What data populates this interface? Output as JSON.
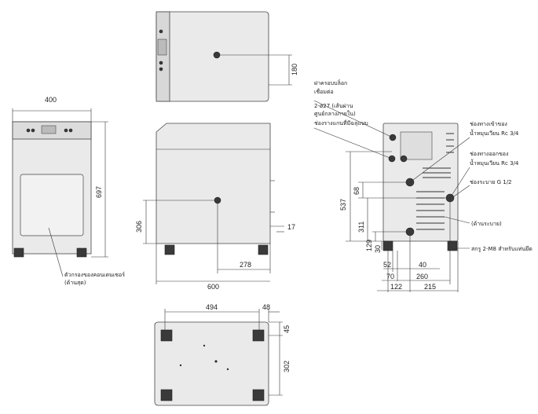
{
  "dimensions": {
    "front_width": "400",
    "front_height": "697",
    "top_depth": "180",
    "side_height": "306",
    "side_offset": "17",
    "side_inner": "278",
    "side_depth": "600",
    "bottom_width": "494",
    "bottom_offset": "48",
    "bottom_top": "45",
    "bottom_height": "302",
    "rear_total_height": "537",
    "rear_68": "68",
    "rear_311": "311",
    "rear_129": "129",
    "rear_30": "30",
    "rear_52": "52",
    "rear_40": "40",
    "rear_70": "70",
    "rear_260": "260",
    "rear_122": "122",
    "rear_215": "215"
  },
  "labels": {
    "filter_cover_line1": "ตัวกรองของคอนเดนเซอร์",
    "filter_cover_line2": "(ด้านสุด)",
    "blind_cover_line1": "ฝาครอบบล็อก",
    "blind_cover_line2": "เชื่อมต่อ",
    "holes_line1": "2-ø27 (เส้นผ่าน",
    "holes_line2": "ศูนย์กลางภายใน)",
    "holes_line3": "ช่องรางแกนที่มีฉลุแบบ",
    "inlet_line1": "ช่องทางเข้าของ",
    "inlet_line2": "น้ำหมุนเวียน Rc 3/4",
    "outlet_line1": "ช่องทางออกของ",
    "outlet_line2": "น้ำหมุนเวียน Rc 3/4",
    "drain": "ช่องระบาย G 1/2",
    "drain_side": "(ด้านระบาย)",
    "bolt": "สกรู 2-M8 สำหรับแท่นยึด"
  }
}
